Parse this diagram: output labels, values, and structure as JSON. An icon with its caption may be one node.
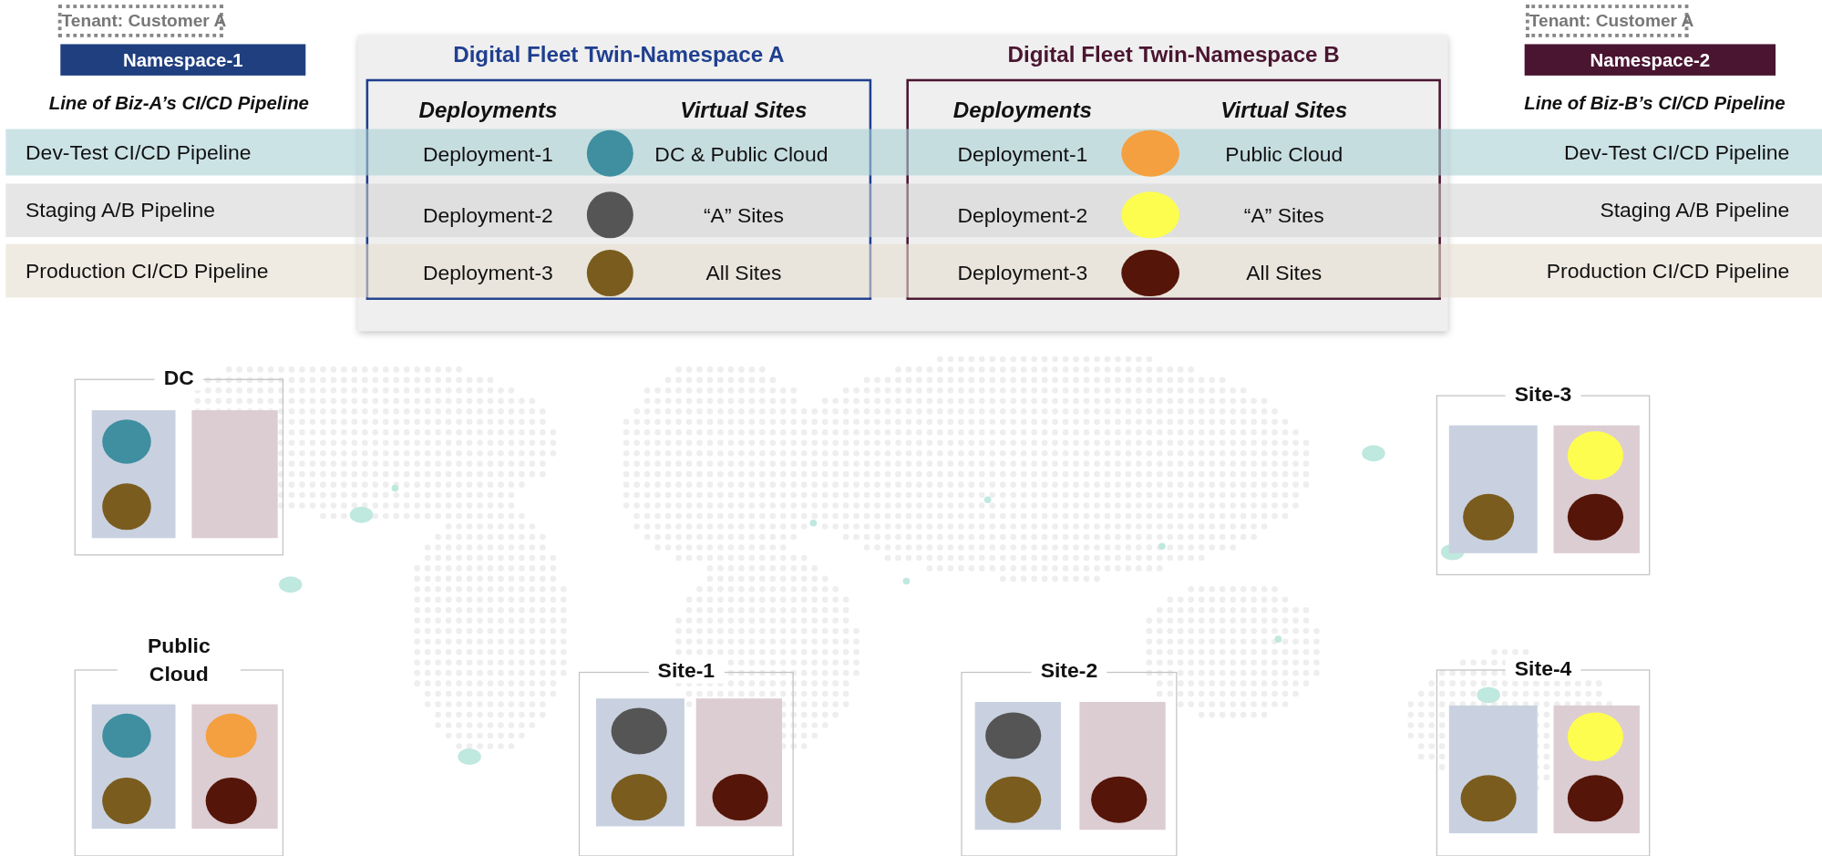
{
  "diagram": {
    "nodes": [
      {
        "text": [
          "Tenant: Customer A"
        ]
      },
      {
        "text": [
          "Namespace-1"
        ]
      },
      {
        "text": [],
        "shape": "box"
      },
      {
        "text": [
          "Digital Fleet Twin-Namespace A"
        ],
        "in": 2
      },
      {
        "text": [],
        "shape": "circle"
      },
      {
        "text": [],
        "shape": "circle"
      },
      {
        "text": [],
        "shape": "circle"
      },
      {
        "text": [
          "Digital Fleet Twin-Namespace B"
        ],
        "in": 2
      },
      {
        "text": [],
        "shape": "circle"
      },
      {
        "text": [],
        "shape": "circle"
      },
      {
        "text": [],
        "shape": "circle"
      },
      {
        "text": [
          "Tenant: Customer A"
        ]
      },
      {
        "text": [
          "Namespace-2"
        ]
      },
      {
        "text": [
          "Dev-Test CI/CD Pipeline",
          "Dev-Test CI/CD Pipeline"
        ]
      },
      {
        "text": [
          "Staging A/B Pipeline",
          "Staging A/B Pipeline"
        ]
      },
      {
        "text": [
          "Production CI/CD Pipeline",
          "Production CI/CD Pipeline"
        ]
      },
      {
        "text": [
          "DC"
        ]
      },
      {
        "text": [],
        "shape": "box",
        "in": 16
      },
      {
        "text": [],
        "shape": "circle",
        "in": 17
      },
      {
        "text": [],
        "shape": "circle",
        "in": 17
      },
      {
        "text": [],
        "shape": "box",
        "in": 16
      },
      {
        "text": [
          "Site-3"
        ]
      },
      {
        "text": [],
        "shape": "box",
        "in": 21
      },
      {
        "text": [],
        "shape": "circle",
        "in": 22
      },
      {
        "text": [],
        "shape": "box",
        "in": 21
      },
      {
        "text": [],
        "shape": "circle",
        "in": 24
      },
      {
        "text": [],
        "shape": "circle",
        "in": 24
      },
      {
        "text": [
          "Public Cloud"
        ]
      },
      {
        "text": [],
        "shape": "box",
        "in": 27
      },
      {
        "text": [],
        "shape": "circle",
        "in": 28
      },
      {
        "text": [],
        "shape": "circle",
        "in": 28
      },
      {
        "text": [],
        "shape": "box",
        "in": 27
      },
      {
        "text": [],
        "shape": "circle",
        "in": 31
      },
      {
        "text": [],
        "shape": "circle",
        "in": 31
      },
      {
        "text": [
          "Site-1"
        ]
      },
      {
        "text": [],
        "shape": "box",
        "in": 34
      },
      {
        "text": [],
        "shape": "circle",
        "in": 35
      },
      {
        "text": [],
        "shape": "circle",
        "in": 35
      },
      {
        "text": [],
        "shape": "box",
        "in": 34
      },
      {
        "text": [],
        "shape": "circle",
        "in": 38
      },
      {
        "text": [
          "Site-2"
        ]
      },
      {
        "text": [],
        "shape": "box",
        "in": 40
      },
      {
        "text": [],
        "shape": "circle",
        "in": 41
      },
      {
        "text": [],
        "shape": "circle",
        "in": 41
      },
      {
        "text": [],
        "shape": "box",
        "in": 40
      },
      {
        "text": [],
        "shape": "circle",
        "in": 44
      },
      {
        "text": [
          "Site-4"
        ]
      },
      {
        "text": [],
        "shape": "box",
        "in": 46
      },
      {
        "text": [],
        "shape": "circle",
        "in": 47
      },
      {
        "text": [],
        "shape": "box",
        "in": 46
      },
      {
        "text": [],
        "shape": "circle",
        "in": 49
      },
      {
        "text": [],
        "shape": "circle",
        "in": 49
      }
    ],
    "edges": [],
    "labels": [
      "Line of Biz-A’s CI/CD Pipeline",
      "Deployments",
      "Virtual Sites",
      "Deployments",
      "Virtual Sites",
      "Line of Biz-B’s CI/CD Pipeline",
      "Deployment-1",
      "DC & Public Cloud",
      "Deployment-1",
      "Public Cloud",
      "Deployment-2",
      "“A” Sites",
      "Deployment-2",
      "“A” Sites",
      "Deployment-3",
      "All Sites",
      "Deployment-3",
      "All Sites"
    ]
  }
}
